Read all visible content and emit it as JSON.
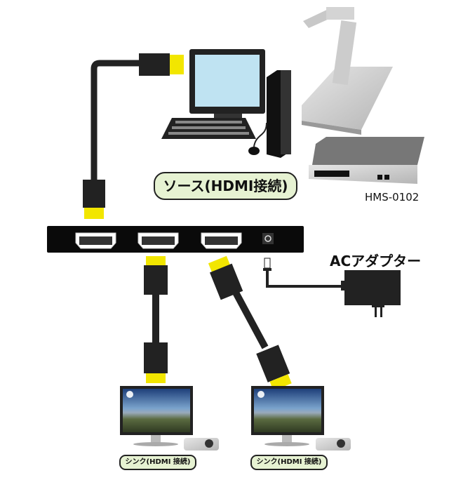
{
  "labels": {
    "source": "ソース(HDMI接続)",
    "device_model": "HMS-0102",
    "ac_adapter": "ACアダプター",
    "sink_1": "シンク(HDMI 接続)",
    "sink_2": "シンク(HDMI 接続)"
  },
  "colors": {
    "connector_tip": "#f2e600",
    "cable": "#222222",
    "label_fill": "#e6f2d2",
    "splitter": "#0a0a0a"
  }
}
